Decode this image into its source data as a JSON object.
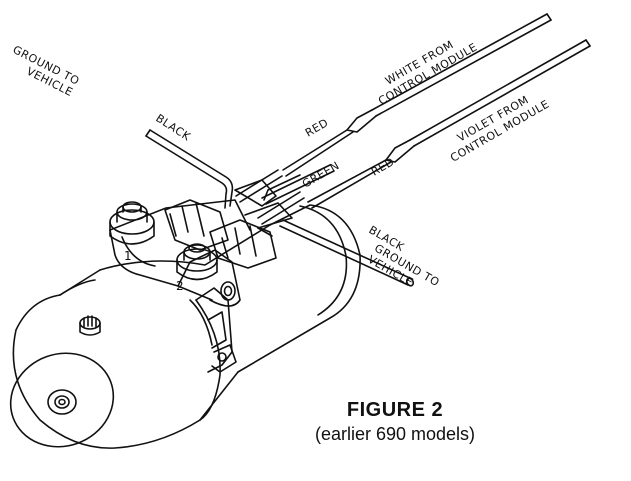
{
  "labels": {
    "ground_to_vehicle_left": [
      "GROUND TO",
      "VEHICLE"
    ],
    "black_left": "BLACK",
    "red_upper": "RED",
    "white_from": [
      "WHITE FROM",
      "CONTROL MODULE"
    ],
    "green": "GREEN",
    "red_lower": "RED",
    "violet_from": [
      "VIOLET FROM",
      "CONTROL MODULE"
    ],
    "black_ground_right": [
      "BLACK",
      "GROUND TO",
      "VEHICLE"
    ],
    "port_1": "1",
    "port_2": "2"
  },
  "figure": {
    "title": "FIGURE 2",
    "subtitle": "(earlier 690 models)"
  }
}
